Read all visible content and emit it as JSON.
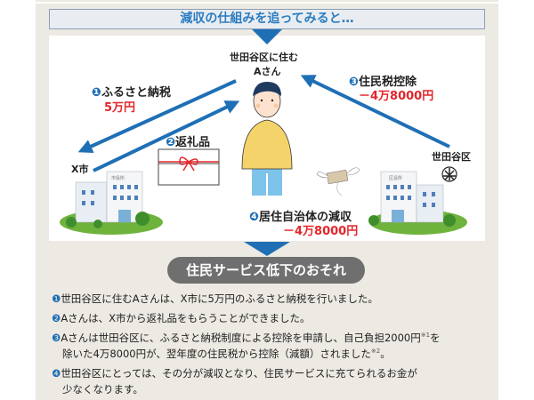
{
  "header": {
    "title": "減収の仕組みを追ってみると…"
  },
  "diagram": {
    "resident_line1": "世田谷区に住む",
    "resident_line2": "Aさん",
    "step1": {
      "num": "❶",
      "label": "ふるさと納税",
      "amount": "5万円"
    },
    "step2": {
      "num": "❷",
      "label": "返礼品"
    },
    "step3": {
      "num": "❸",
      "label": "住民税控除",
      "amount": "－4万8000円"
    },
    "step4": {
      "num": "❹",
      "label": "居住自治体の減収",
      "amount": "－4万8000円"
    },
    "city_x": "X市",
    "city_x_sign": "市役所",
    "setagaya": "世田谷区",
    "setagaya_sign": "区役所"
  },
  "section": {
    "title": "住民サービス低下のおそれ"
  },
  "notes": [
    {
      "num": "❶",
      "text": "世田谷区に住むAさんは、X市に5万円のふるさと納税を行いました。"
    },
    {
      "num": "❷",
      "text": "Aさんは、X市から返礼品をもらうことができました。"
    },
    {
      "num": "❸",
      "text": "Aさんは世田谷区に、ふるさと納税制度による控除を申請し、自己負担2000円",
      "sup1": "※1",
      "text_after": "を",
      "line2": "除いた4万8000円が、翌年度の住民税から控除（減額）されました",
      "sup2": "※2",
      "line2_end": "。"
    },
    {
      "num": "❹",
      "text": "世田谷区にとっては、その分が減収となり、住民サービスに充てられるお金が",
      "line2": "少なくなります。"
    }
  ],
  "colors": {
    "accent_blue": "#1f6fb5",
    "amount_red": "#e3262b",
    "panel": "#ede9e3",
    "pill": "#6f6f6f"
  }
}
